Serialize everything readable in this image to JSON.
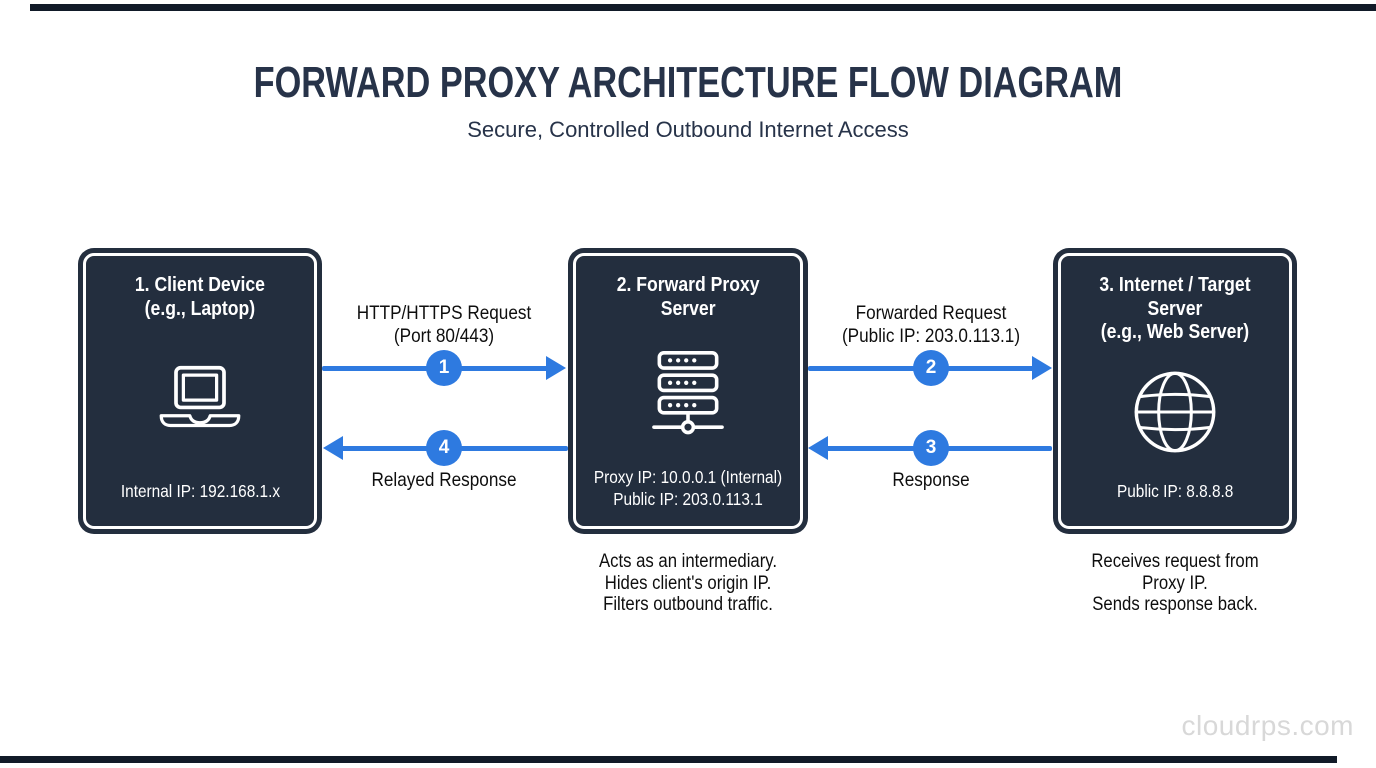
{
  "page": {
    "title": "FORWARD PROXY ARCHITECTURE FLOW DIAGRAM",
    "subtitle": "Secure, Controlled Outbound Internet Access",
    "watermark": "cloudrps.com"
  },
  "colors": {
    "box_fill": "#232e3e",
    "box_inner_border": "#ffffff",
    "arrow_blue": "#2e7ae0",
    "heading_navy": "#273349",
    "body_text": "#0e0e0e",
    "watermark_gray": "#d8d8d8"
  },
  "nodes": [
    {
      "id": "client",
      "title": "1. Client Device\n(e.g., Laptop)",
      "icon": "laptop-icon",
      "footer": "Internal IP: 192.168.1.x",
      "description": ""
    },
    {
      "id": "proxy",
      "title": "2. Forward Proxy\nServer",
      "icon": "server-icon",
      "footer": "Proxy IP: 10.0.0.1 (Internal)\nPublic IP: 203.0.113.1",
      "description": "Acts as an intermediary.\nHides client's origin IP.\nFilters outbound traffic."
    },
    {
      "id": "internet",
      "title": "3. Internet / Target\nServer\n(e.g., Web Server)",
      "icon": "globe-icon",
      "footer": "Public IP: 8.8.8.8",
      "description": "Receives request from\nProxy IP.\nSends response back."
    }
  ],
  "flows": [
    {
      "step": "1",
      "label": "HTTP/HTTPS Request\n(Port 80/443)",
      "direction": "right"
    },
    {
      "step": "2",
      "label": "Forwarded Request\n(Public IP: 203.0.113.1)",
      "direction": "right"
    },
    {
      "step": "3",
      "label": "Response",
      "direction": "left"
    },
    {
      "step": "4",
      "label": "Relayed Response",
      "direction": "left"
    }
  ]
}
